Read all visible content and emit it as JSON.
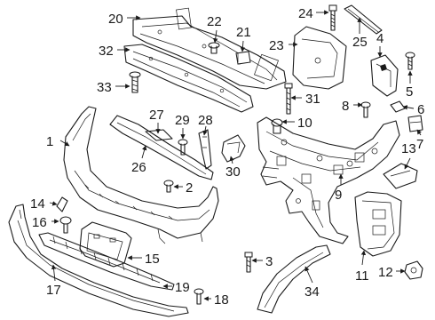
{
  "callouts": {
    "c1": "1",
    "c2": "2",
    "c3": "3",
    "c4": "4",
    "c5": "5",
    "c6": "6",
    "c7": "7",
    "c8": "8",
    "c9": "9",
    "c10": "10",
    "c11": "11",
    "c12": "12",
    "c13": "13",
    "c14": "14",
    "c15": "15",
    "c16": "16",
    "c17": "17",
    "c18": "18",
    "c19": "19",
    "c20": "20",
    "c21": "21",
    "c22": "22",
    "c23": "23",
    "c24": "24",
    "c25": "25",
    "c26": "26",
    "c27": "27",
    "c28": "28",
    "c29": "29",
    "c30": "30",
    "c31": "31",
    "c32": "32",
    "c33": "33",
    "c34": "34"
  }
}
